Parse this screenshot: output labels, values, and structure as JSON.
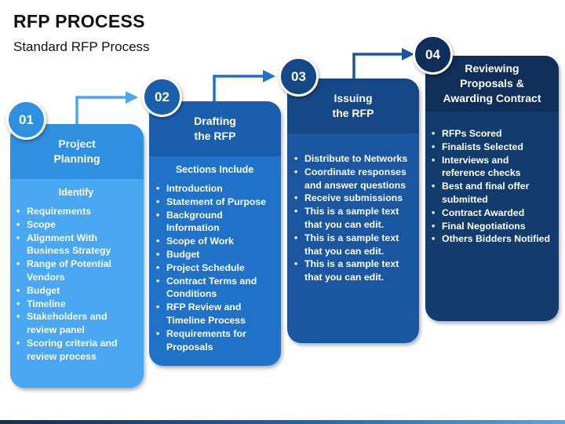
{
  "header": {
    "title": "RFP PROCESS",
    "subtitle": "Standard RFP Process"
  },
  "colors": {
    "step1": "#4aa7f1",
    "step2": "#1f72c8",
    "step3": "#1b56a0",
    "step4": "#133c6e"
  },
  "steps": [
    {
      "number": "01",
      "title_line1": "Project",
      "title_line2": "Planning",
      "subheading": "Identify",
      "items": [
        "Requirements",
        "Scope",
        "Alignment With Business Strategy",
        "Range of Potential Vendors",
        "Budget",
        "Timeline",
        "Stakeholders and review panel",
        "Scoring criteria and review process"
      ]
    },
    {
      "number": "02",
      "title_line1": "Drafting",
      "title_line2": "the RFP",
      "subheading": "Sections Include",
      "items": [
        "Introduction",
        "Statement of Purpose",
        "Background Information",
        "Scope of Work",
        "Budget",
        "Project Schedule",
        "Contract Terms and Conditions",
        "RFP Review and Timeline Process",
        "Requirements for Proposals"
      ]
    },
    {
      "number": "03",
      "title_line1": "Issuing",
      "title_line2": "the RFP",
      "items": [
        "Distribute to Networks",
        "Coordinate responses and answer questions",
        "Receive submissions",
        "This is a sample text that you can edit.",
        "This is a sample text that you can edit.",
        "This is a sample text that you can edit."
      ]
    },
    {
      "number": "04",
      "title_line1": "Reviewing",
      "title_line2": "Proposals &",
      "title_line3": "Awarding Contract",
      "items": [
        "RFPs Scored",
        "Finalists Selected",
        "Interviews and reference checks",
        "Best and final offer submitted",
        "Contract Awarded",
        "Final Negotiations",
        "Others Bidders Notified"
      ]
    }
  ]
}
